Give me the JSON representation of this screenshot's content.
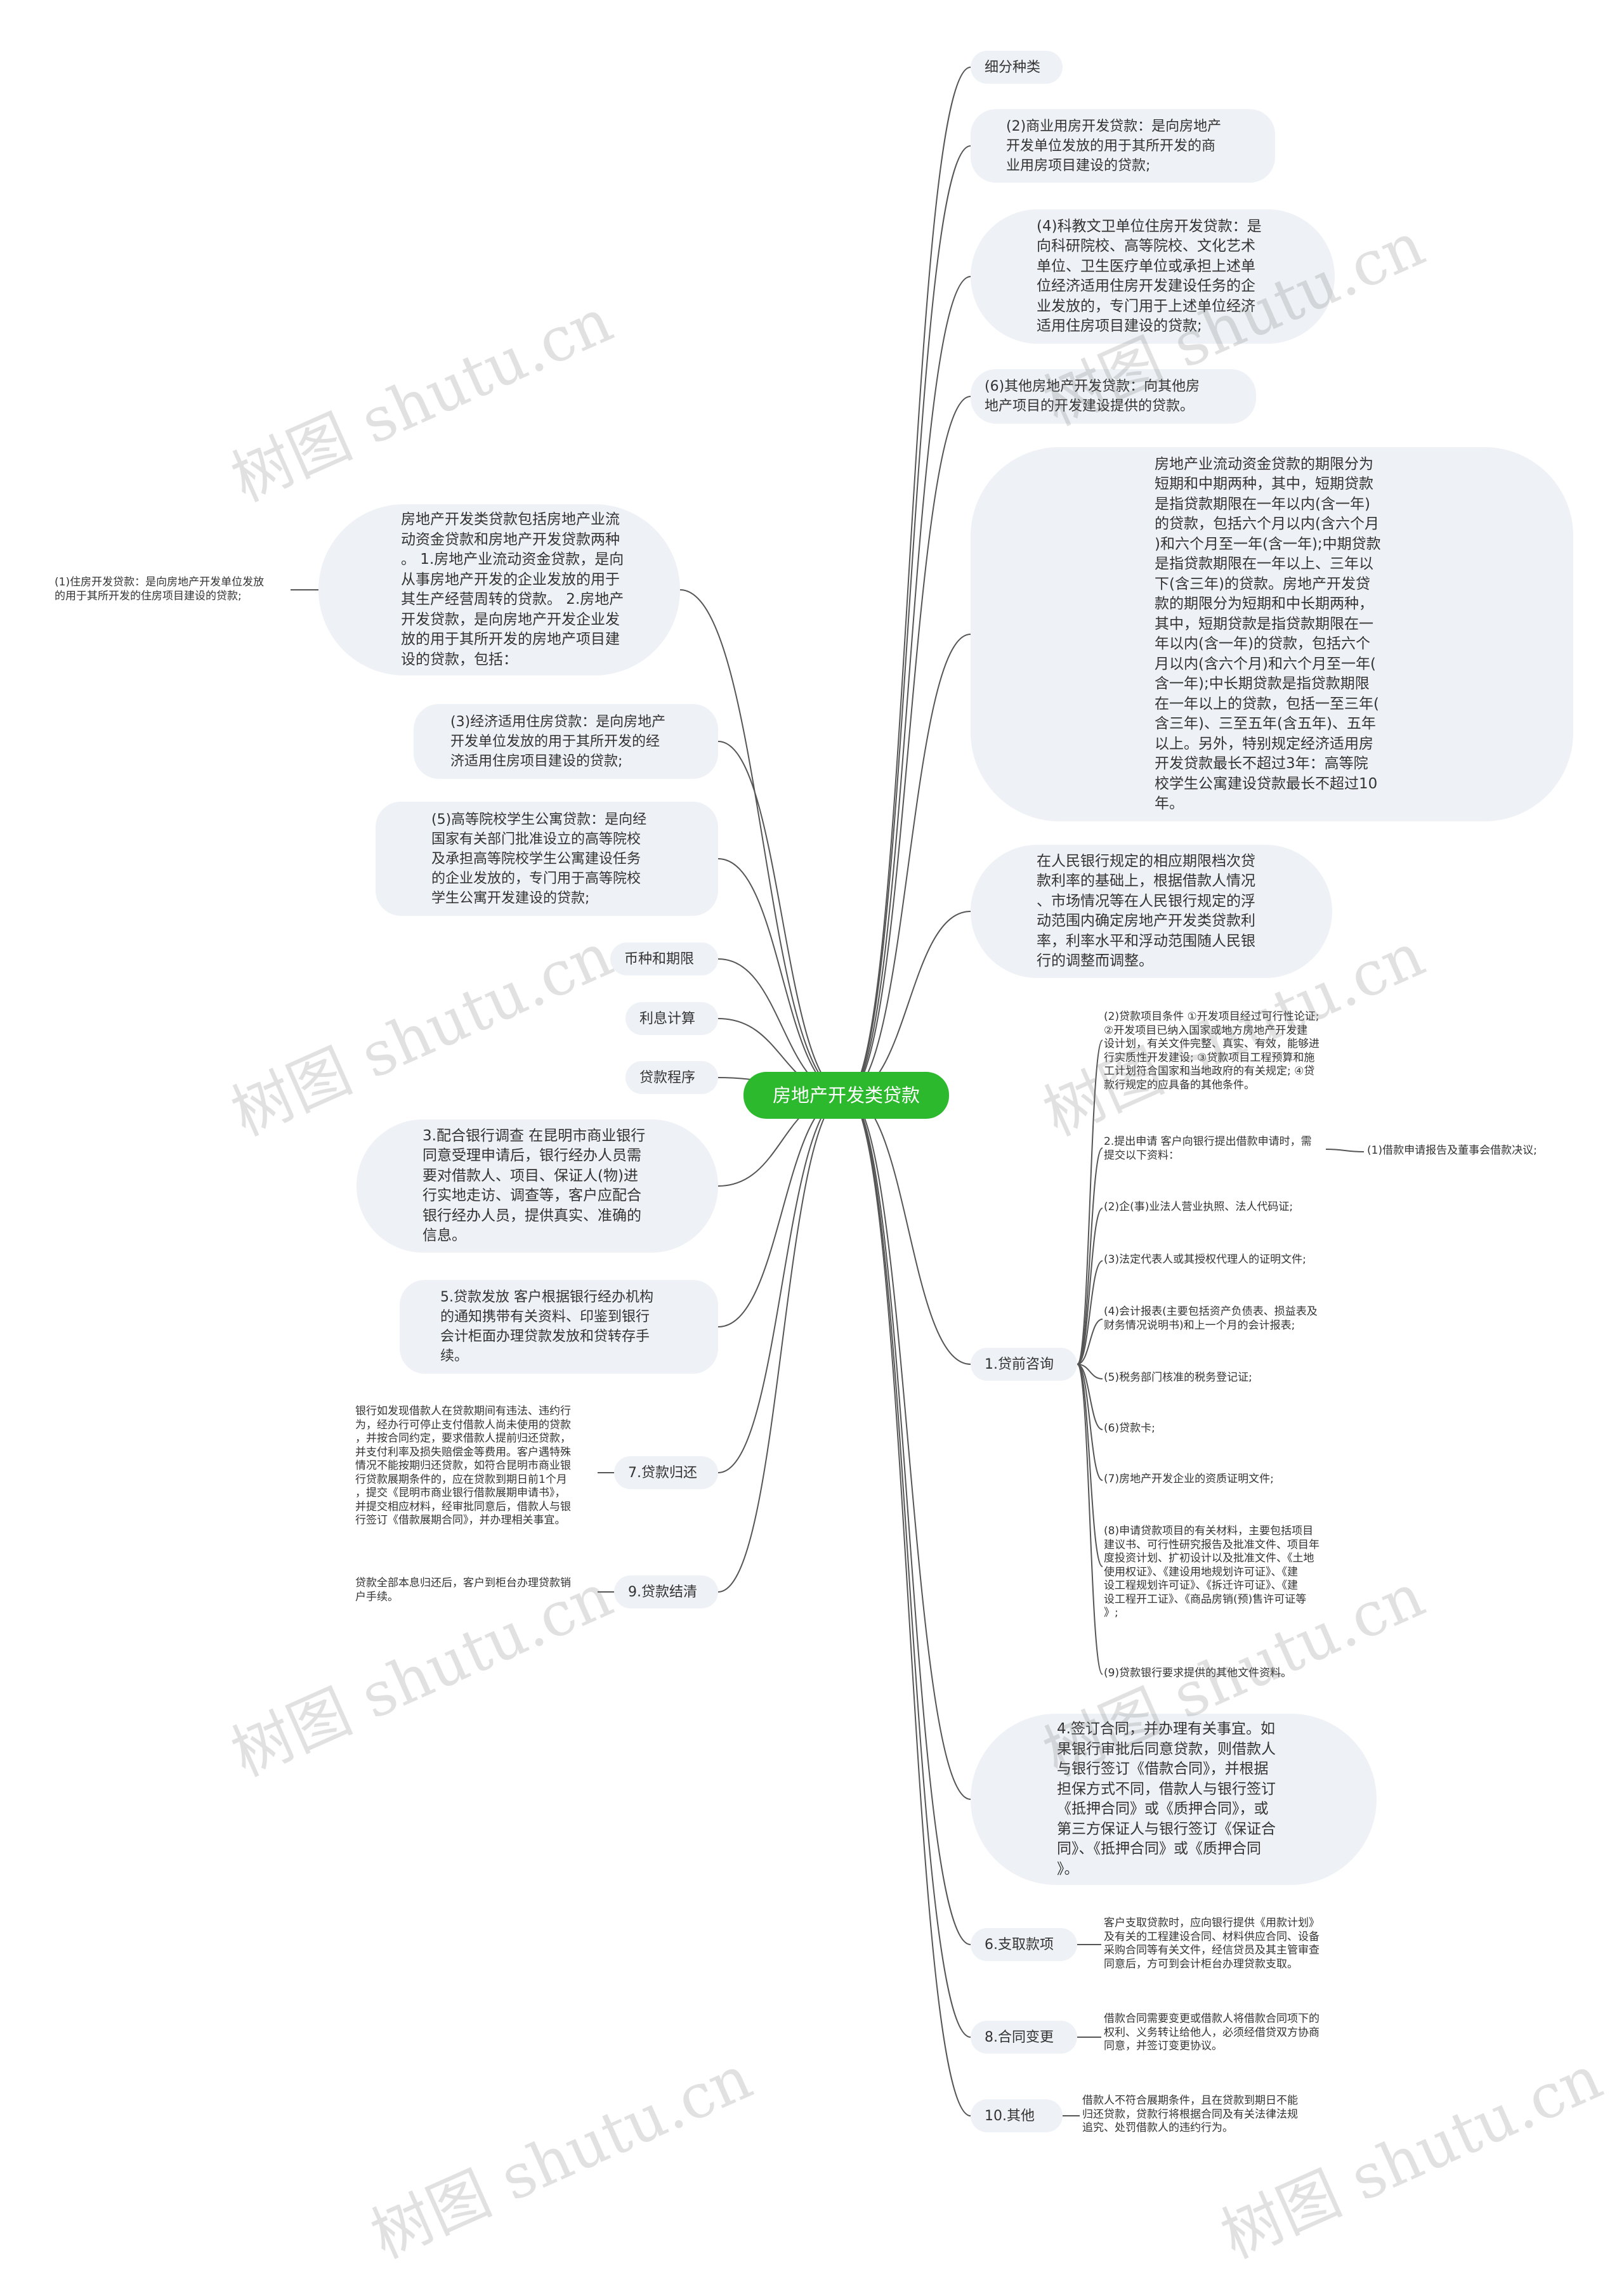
{
  "root": {
    "label": "房地产开发类贷款"
  },
  "right": [
    {
      "id": "r1",
      "label": "细分种类"
    },
    {
      "id": "r2",
      "label": "(2)商业用房开发贷款：是向房地产\n开发单位发放的用于其所开发的商\n业用房项目建设的贷款;"
    },
    {
      "id": "r3",
      "label": "(4)科教文卫单位住房开发贷款：是\n向科研院校、高等院校、文化艺术\n单位、卫生医疗单位或承担上述单\n位经济适用住房开发建设任务的企\n业发放的，专门用于上述单位经济\n适用住房项目建设的贷款;"
    },
    {
      "id": "r4",
      "label": "(6)其他房地产开发贷款：向其他房\n地产项目的开发建设提供的贷款。"
    },
    {
      "id": "r5",
      "label": "房地产业流动资金贷款的期限分为\n短期和中期两种，其中，短期贷款\n是指贷款期限在一年以内(含一年)\n的贷款，包括六个月以内(含六个月\n)和六个月至一年(含一年);中期贷款\n是指贷款期限在一年以上、三年以\n下(含三年)的贷款。房地产开发贷\n款的期限分为短期和中长期两种，\n其中，短期贷款是指贷款期限在一\n年以内(含一年)的贷款，包括六个\n月以内(含六个月)和六个月至一年(\n含一年);中长期贷款是指贷款期限\n在一年以上的贷款，包括一至三年(\n含三年)、三至五年(含五年)、五年\n以上。另外，特别规定经济适用房\n开发贷款最长不超过3年：高等院\n校学生公寓建设贷款最长不超过10\n年。"
    },
    {
      "id": "r6",
      "label": "在人民银行规定的相应期限档次贷\n款利率的基础上，根据借款人情况\n、市场情况等在人民银行规定的浮\n动范围内确定房地产开发类贷款利\n率，利率水平和浮动范围随人民银\n行的调整而调整。"
    },
    {
      "id": "r7",
      "label": "1.贷前咨询"
    },
    {
      "id": "r8",
      "label": "4.签订合同，并办理有关事宜。如\n果银行审批后同意贷款，则借款人\n与银行签订《借款合同》，并根据\n担保方式不同，借款人与银行签订\n《抵押合同》或《质押合同》，或\n第三方保证人与银行签订《保证合\n同》、《抵押合同》或《质押合同\n》。"
    },
    {
      "id": "r9",
      "label": "6.支取款项"
    },
    {
      "id": "r10",
      "label": "8.合同变更"
    },
    {
      "id": "r11",
      "label": "10.其他"
    }
  ],
  "consult": [
    {
      "id": "c1",
      "label": "(2)贷款项目条件 ①开发项目经过可行性论证;\n②开发项目已纳入国家或地方房地产开发建\n设计划，有关文件完整、真实、有效，能够进\n行实质性开发建设; ③贷款项目工程预算和施\n工计划符合国家和当地政府的有关规定; ④贷\n款行规定的应具备的其他条件。"
    },
    {
      "id": "c2",
      "label": "2.提出申请 客户向银行提出借款申请时，需\n提交以下资料："
    },
    {
      "id": "c2a",
      "label": "(1)借款申请报告及董事会借款决议;"
    },
    {
      "id": "c3",
      "label": "(2)企(事)业法人营业执照、法人代码证;"
    },
    {
      "id": "c4",
      "label": "(3)法定代表人或其授权代理人的证明文件;"
    },
    {
      "id": "c5",
      "label": "(4)会计报表(主要包括资产负债表、损益表及\n财务情况说明书)和上一个月的会计报表;"
    },
    {
      "id": "c6",
      "label": "(5)税务部门核准的税务登记证;"
    },
    {
      "id": "c7",
      "label": "(6)贷款卡;"
    },
    {
      "id": "c8",
      "label": "(7)房地产开发企业的资质证明文件;"
    },
    {
      "id": "c9",
      "label": "(8)申请贷款项目的有关材料，主要包括项目\n建议书、可行性研究报告及批准文件、项目年\n度投资计划、扩初设计以及批准文件、《土地\n使用权证》、《建设用地规划许可证》、《建\n设工程规划许可证》、《拆迁许可证》、《建\n设工程开工证》、《商品房销(预)售许可证等\n》;"
    },
    {
      "id": "c10",
      "label": "(9)贷款银行要求提供的其他文件资料。"
    }
  ],
  "right_notes": [
    {
      "id": "n9",
      "label": "客户支取贷款时，应向银行提供《用款计划》\n及有关的工程建设合同、材料供应合同、设备\n采购合同等有关文件，经信贷员及其主管审查\n同意后，方可到会计柜台办理贷款支取。"
    },
    {
      "id": "n10",
      "label": "借款合同需要变更或借款人将借款合同项下的\n权利、义务转让给他人，必须经借贷双方协商\n同意，并签订变更协议。"
    },
    {
      "id": "n11",
      "label": "借款人不符合展期条件，且在贷款到期日不能\n归还贷款，贷款行将根据合同及有关法律法规\n追究、处罚借款人的违约行为。"
    }
  ],
  "left": [
    {
      "id": "l1",
      "label": "房地产开发类贷款包括房地产业流\n动资金贷款和房地产开发贷款两种\n。 1.房地产业流动资金贷款，是向\n从事房地产开发的企业发放的用于\n其生产经营周转的贷款。 2.房地产\n开发贷款，是向房地产开发企业发\n放的用于其所开发的房地产项目建\n设的贷款，包括："
    },
    {
      "id": "l2",
      "label": "(3)经济适用住房贷款：是向房地产\n开发单位发放的用于其所开发的经\n济适用住房项目建设的贷款;"
    },
    {
      "id": "l3",
      "label": "(5)高等院校学生公寓贷款：是向经\n国家有关部门批准设立的高等院校\n及承担高等院校学生公寓建设任务\n的企业发放的，专门用于高等院校\n学生公寓开发建设的贷款;"
    },
    {
      "id": "l4",
      "label": "币种和期限"
    },
    {
      "id": "l5",
      "label": "利息计算"
    },
    {
      "id": "l6",
      "label": "贷款程序"
    },
    {
      "id": "l7",
      "label": "3.配合银行调查 在昆明市商业银行\n同意受理申请后，银行经办人员需\n要对借款人、项目、保证人(物)进\n行实地走访、调查等，客户应配合\n银行经办人员，提供真实、准确的\n信息。"
    },
    {
      "id": "l8",
      "label": "5.贷款发放 客户根据银行经办机构\n的通知携带有关资料、印鉴到银行\n会计柜面办理贷款发放和贷转存手\n续。"
    },
    {
      "id": "l9",
      "label": "7.贷款归还"
    },
    {
      "id": "l10",
      "label": "9.贷款结清"
    }
  ],
  "left_notes": [
    {
      "id": "m1",
      "label": "(1)住房开发贷款：是向房地产开发单位发放\n的用于其所开发的住房项目建设的贷款;"
    },
    {
      "id": "m9",
      "label": "银行如发现借款人在贷款期间有违法、违约行\n为，经办行可停止支付借款人尚未使用的贷款\n，并按合同约定，要求借款人提前归还贷款，\n并支付利率及损失赔偿金等费用。客户遇特殊\n情况不能按期归还贷款，如符合昆明市商业银\n行贷款展期条件的，应在贷款到期日前1个月\n，提交《昆明市商业银行借款展期申请书》，\n并提交相应材料，经审批同意后，借款人与银\n行签订《借款展期合同》，并办理相关事宜。"
    },
    {
      "id": "m10",
      "label": "贷款全部本息归还后，客户到柜台办理贷款销\n户手续。"
    }
  ],
  "watermark": "树图 shutu.cn",
  "colors": {
    "root": "#2db92d",
    "node": "#eef1f5",
    "line": "#555555",
    "text": "#333333"
  }
}
